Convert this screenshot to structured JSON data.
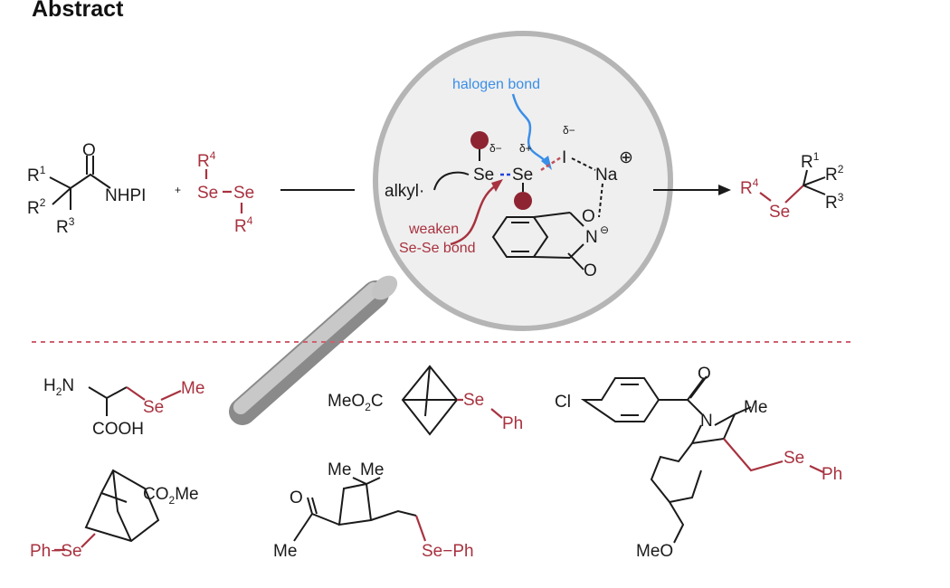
{
  "heading": "Abstract",
  "colors": {
    "selenium": "#a8323f",
    "halogen_bond": "#3a8ee8",
    "magnifier": "#b5b5b5"
  },
  "reactants": {
    "acid": {
      "R1": "R",
      "R1_sup": "1",
      "R2": "R",
      "R2_sup": "2",
      "R3": "R",
      "R3_sup": "3",
      "O": "O",
      "leaving": "NHPI"
    },
    "plus": "+",
    "diselenide": {
      "R4_top": "R",
      "R4_top_sup": "4",
      "Se1": "Se",
      "Se2": "Se",
      "R4_bottom": "R",
      "R4_bottom_sup": "4"
    }
  },
  "mechanism": {
    "halogen_bond_label": "halogen bond",
    "alkyl": "alkyl·",
    "Se_left": "Se",
    "Se_right": "Se",
    "delta_minus_se": "δ−",
    "delta_plus_se": "δ+",
    "delta_minus_i": "δ−",
    "iodide": "I",
    "sodium": "Na",
    "plus_charge": "⊕",
    "O_top": "O",
    "N": "N",
    "minus_charge": "⊖",
    "O_bottom": "O",
    "weaken_line1": "weaken",
    "weaken_line2": "Se-Se bond"
  },
  "product": {
    "R4": "R",
    "R4_sup": "4",
    "Se": "Se",
    "R1": "R",
    "R1_sup": "1",
    "R2": "R",
    "R2_sup": "2",
    "R3": "R",
    "R3_sup": "3"
  },
  "examples": {
    "selenomethionine": {
      "amine": "H",
      "amine_sub": "2",
      "amine_n": "N",
      "acid": "COOH",
      "Se": "Se",
      "Me": "Me"
    },
    "bcp": {
      "ester": "MeO",
      "ester_sub": "2",
      "ester_c": "C",
      "Se": "Se",
      "Ph": "Ph"
    },
    "indomethacin": {
      "Cl": "Cl",
      "O": "O",
      "N": "N",
      "Me": "Me",
      "Se": "Se",
      "Ph": "Ph",
      "MeO": "MeO"
    },
    "bicyclooctane": {
      "ester": "CO",
      "ester_sub": "2",
      "ester_me": "Me",
      "PhSe": "Ph−Se"
    },
    "cyclobutane": {
      "Me1": "Me",
      "Me2": "Me",
      "O": "O",
      "Me3": "Me",
      "SePh": "Se−Ph"
    }
  }
}
